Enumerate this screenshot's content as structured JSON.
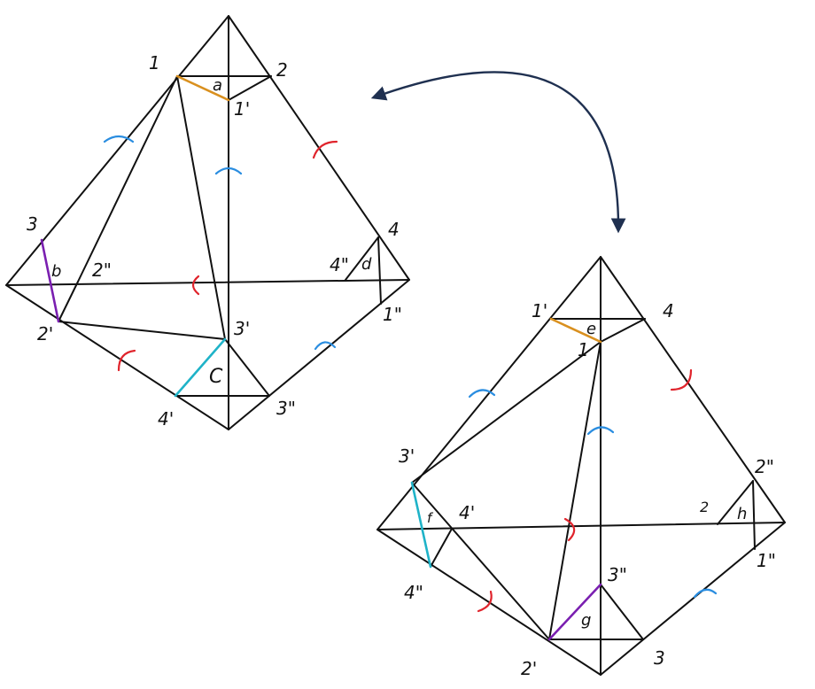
{
  "colors": {
    "line": "#111111",
    "blue": "#2a8de0",
    "red": "#e0242c",
    "orange": "#d9901f",
    "purple": "#7a1fb0",
    "cyan": "#1fb3c8",
    "arrow": "#1f3050"
  },
  "left_figure": {
    "vertex_labels": [
      "1",
      "2",
      "1'",
      "3",
      "2\"",
      "4\"",
      "4",
      "2'",
      "3'",
      "1\"",
      "4'",
      "3\""
    ],
    "face_labels": [
      "a",
      "b",
      "d",
      "C"
    ]
  },
  "right_figure": {
    "vertex_labels": [
      "1'",
      "4",
      "1",
      "3'",
      "4'",
      "2",
      "2\"",
      "4\"",
      "1\"",
      "3\"",
      "2'",
      "3"
    ],
    "face_labels": [
      "e",
      "f",
      "h",
      "g"
    ]
  }
}
